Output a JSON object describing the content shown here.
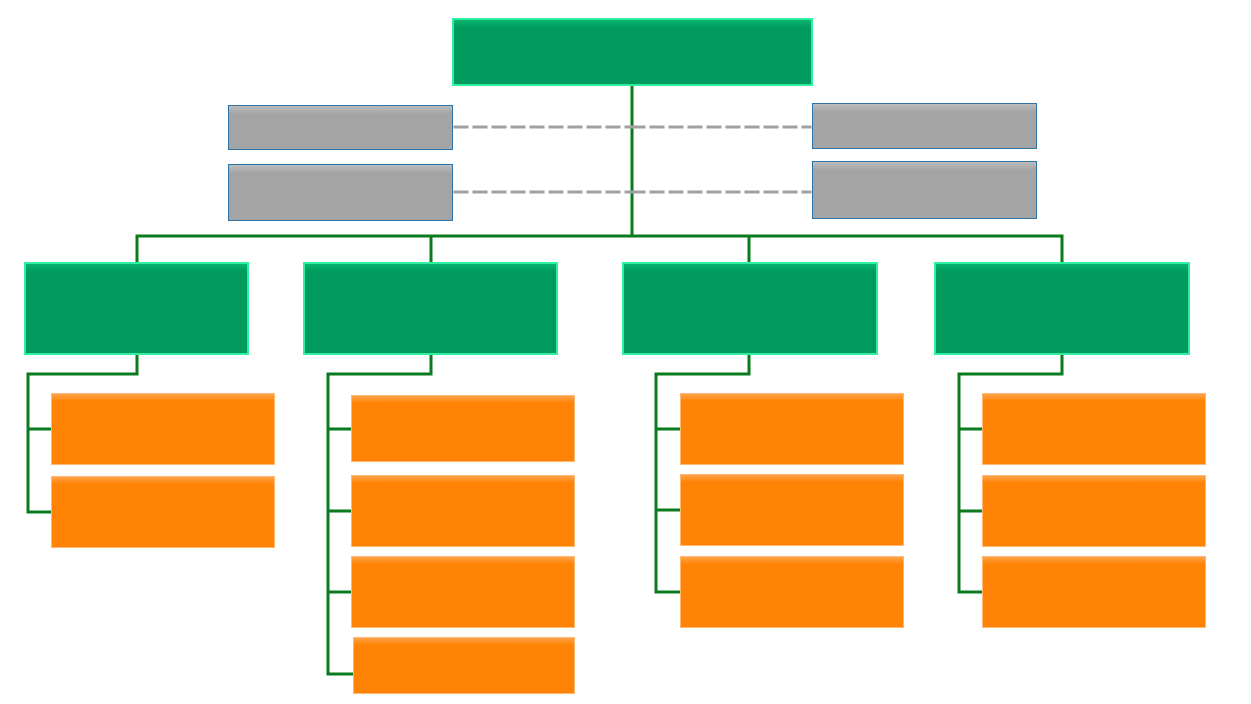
{
  "diagram": {
    "type": "org-chart",
    "colors": {
      "primary_node": "#019a5f",
      "primary_border": "#2ef0a0",
      "advisory_node": "#a4a4a4",
      "advisory_border": "#2d74a8",
      "sub_node": "#ff8405",
      "connector": "#0a7a1e",
      "dashed_connector": "#a0a0a0"
    },
    "root": {
      "id": "root",
      "label": ""
    },
    "advisors": [
      {
        "id": "advisor-left-1",
        "side": "left",
        "label": ""
      },
      {
        "id": "advisor-left-2",
        "side": "left",
        "label": ""
      },
      {
        "id": "advisor-right-1",
        "side": "right",
        "label": ""
      },
      {
        "id": "advisor-right-2",
        "side": "right",
        "label": ""
      }
    ],
    "departments": [
      {
        "id": "dept-1",
        "label": "",
        "children": [
          {
            "label": ""
          },
          {
            "label": ""
          }
        ]
      },
      {
        "id": "dept-2",
        "label": "",
        "children": [
          {
            "label": ""
          },
          {
            "label": ""
          },
          {
            "label": ""
          },
          {
            "label": ""
          }
        ]
      },
      {
        "id": "dept-3",
        "label": "",
        "children": [
          {
            "label": ""
          },
          {
            "label": ""
          },
          {
            "label": ""
          }
        ]
      },
      {
        "id": "dept-4",
        "label": "",
        "children": [
          {
            "label": ""
          },
          {
            "label": ""
          },
          {
            "label": ""
          }
        ]
      }
    ]
  }
}
